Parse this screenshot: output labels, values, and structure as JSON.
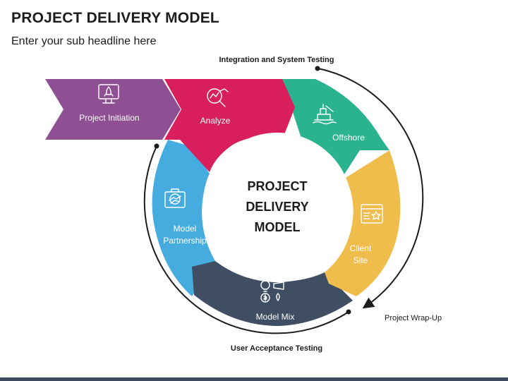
{
  "header": {
    "title": "PROJECT DELIVERY MODEL",
    "subtitle": "Enter your sub headline here"
  },
  "center": {
    "line1": "PROJECT",
    "line2": "DELIVERY",
    "line3": "MODEL"
  },
  "stages": {
    "initiation": {
      "label": "Project Initiation",
      "color": "#8e4f93",
      "icon": "rocket-monitor-icon"
    },
    "analyze": {
      "label": "Analyze",
      "color": "#d81f5b",
      "icon": "magnifier-chart-icon"
    },
    "offshore": {
      "label": "Offshore",
      "color": "#2bb38f",
      "icon": "oil-rig-icon"
    },
    "client_site": {
      "line1": "Client",
      "line2": "Site",
      "color": "#f0bd4c",
      "icon": "webpage-star-icon"
    },
    "model_mix": {
      "label": "Model Mix",
      "color": "#3f4e63",
      "icon": "idea-money-icon"
    },
    "model_partnership": {
      "line1": "Model",
      "line2": "Partnership",
      "color": "#46ace0",
      "icon": "handshake-briefcase-icon"
    }
  },
  "annotations": {
    "top": "Integration and System Testing",
    "bottom": "User Acceptance Testing",
    "wrap_up": "Project Wrap-Up"
  }
}
